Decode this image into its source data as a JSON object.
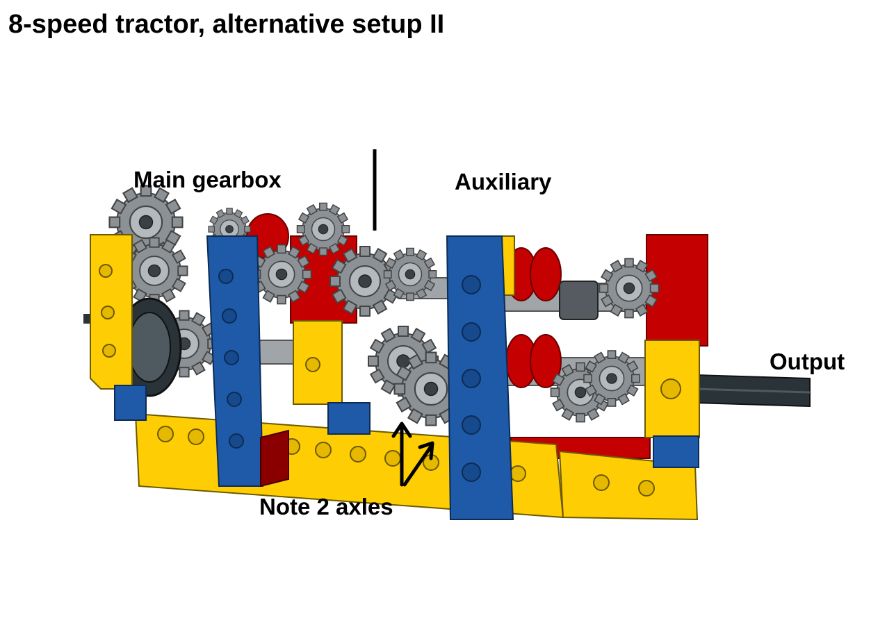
{
  "title": "8-speed tractor, alternative setup II",
  "labels": {
    "main_gearbox": "Main gearbox",
    "auxiliary": "Auxiliary",
    "output": "Output",
    "note": "Note 2 axles"
  },
  "colors": {
    "yellow": "#ffcd03",
    "blue": "#1e5aa8",
    "red": "#c40000",
    "grey": "#a0a5a9",
    "dark": "#2a3338"
  }
}
